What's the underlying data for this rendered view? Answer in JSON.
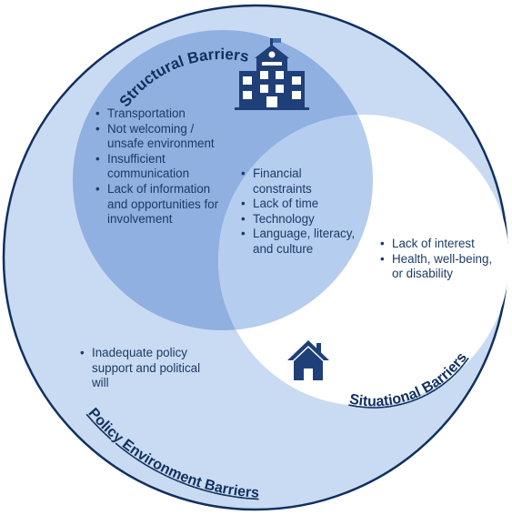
{
  "titles": {
    "structural": "Structural Barriers",
    "situational": "Situational Barriers",
    "policy": "Policy Environment Barriers"
  },
  "lists": {
    "structural": [
      "Transportation",
      "Not welcoming / unsafe environment",
      "Insufficient communication",
      "Lack of information and opportunities for involvement"
    ],
    "overlap": [
      "Financial constraints",
      "Lack of time",
      "Technology",
      "Language, literacy, and culture"
    ],
    "situational": [
      "Lack of interest",
      "Health, well-being, or disability"
    ],
    "policy": [
      "Inadequate policy support and political will"
    ]
  },
  "icons": {
    "school": "school-building-icon",
    "home": "house-icon"
  },
  "colors": {
    "outer_fill": "#c9dbf2",
    "outer_stroke": "#10305f",
    "structural_fill": "#8fb0e0",
    "situational_fill": "#ffffff",
    "overlap_fill": "#b5cdef",
    "text": "#1c3b66",
    "title": "#10305f",
    "icon": "#1f3f78"
  }
}
